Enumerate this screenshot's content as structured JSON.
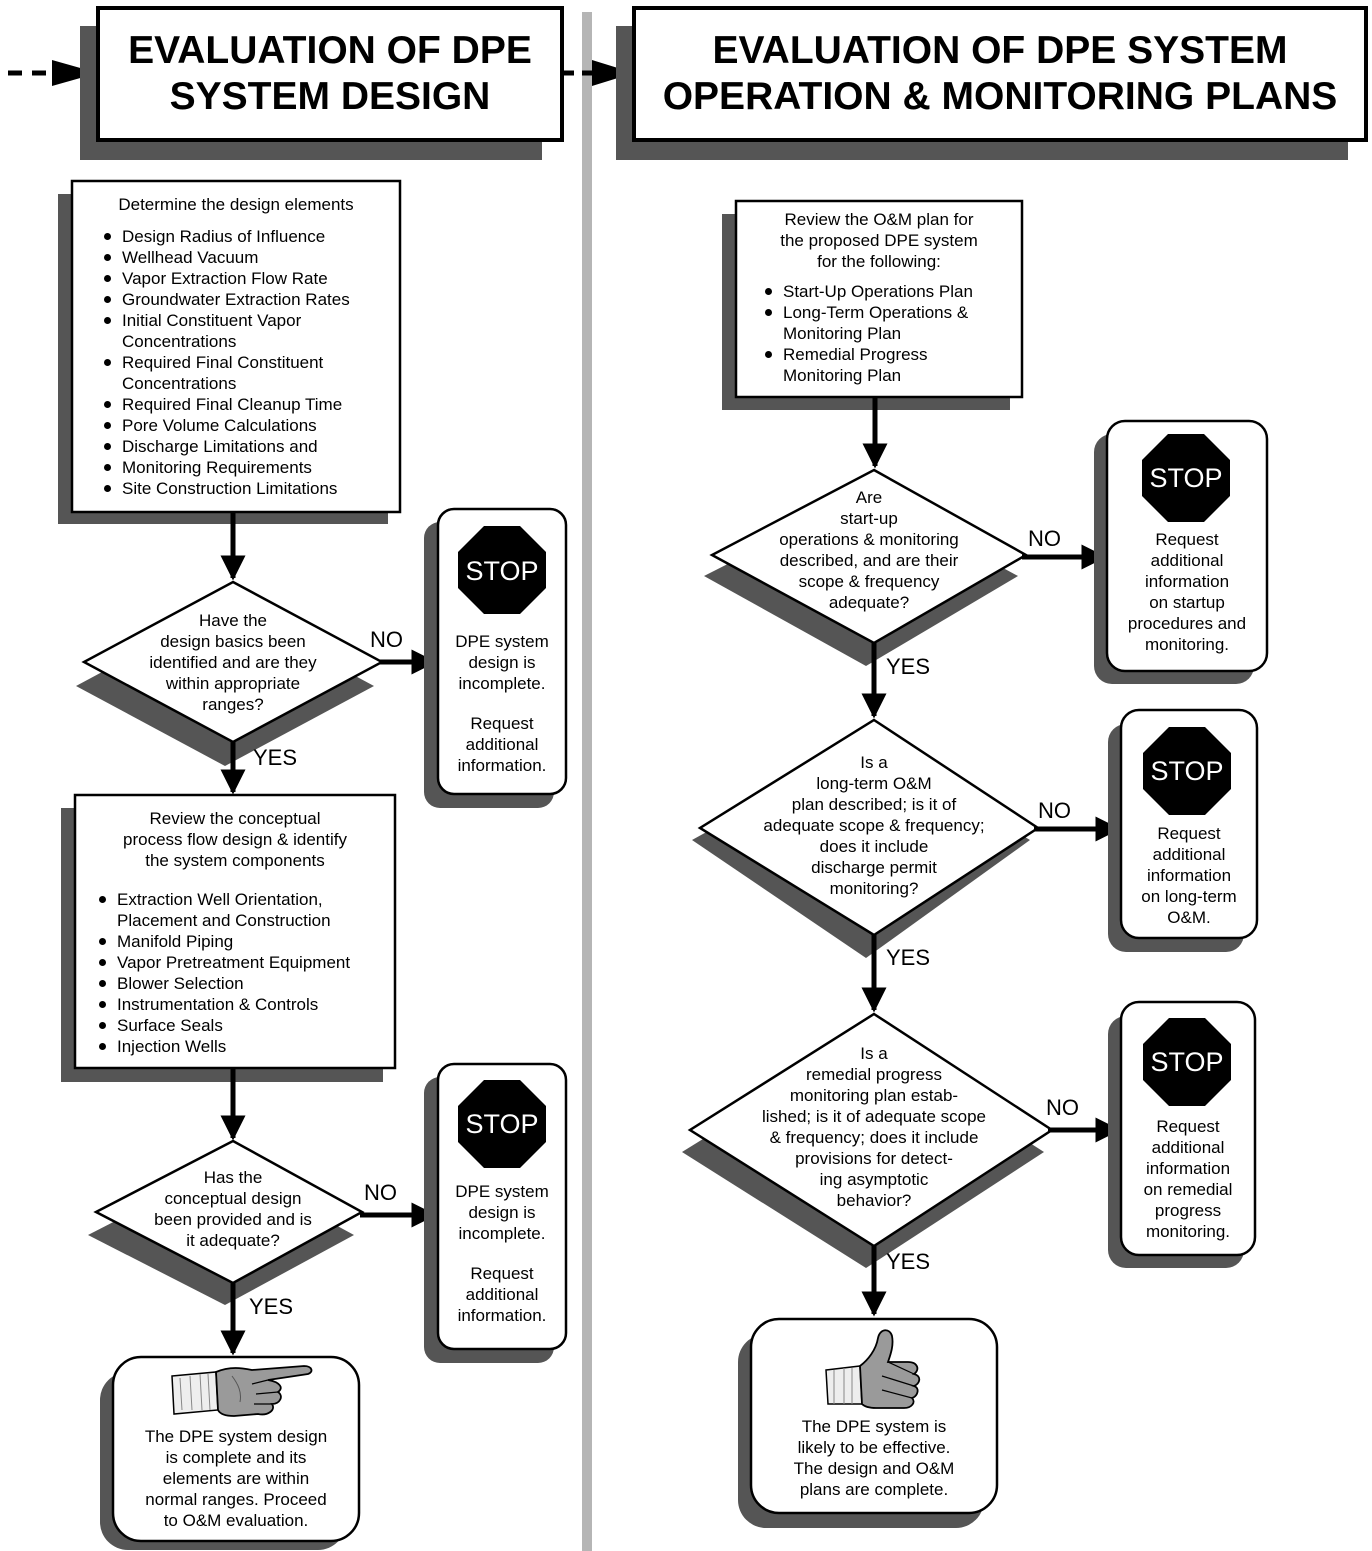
{
  "headers": {
    "left": [
      "EVALUATION OF DPE",
      "SYSTEM DESIGN"
    ],
    "right": [
      "EVALUATION OF DPE SYSTEM",
      "OPERATION & MONITORING PLANS"
    ]
  },
  "left": {
    "box1": {
      "heading": "Determine the design elements",
      "items": [
        [
          "Design Radius of Influence"
        ],
        [
          "Wellhead Vacuum"
        ],
        [
          "Vapor Extraction Flow Rate"
        ],
        [
          "Groundwater Extraction Rates"
        ],
        [
          "Initial Constituent Vapor",
          "Concentrations"
        ],
        [
          "Required Final Constituent",
          "Concentrations"
        ],
        [
          "Required Final Cleanup Time"
        ],
        [
          "Pore Volume Calculations"
        ],
        [
          "Discharge Limitations and"
        ],
        [
          "Monitoring Requirements"
        ],
        [
          "Site Construction Limitations"
        ]
      ]
    },
    "decision1": [
      "Have the",
      "design basics been",
      "identified and are they",
      "within appropriate",
      "ranges?"
    ],
    "stop1": {
      "sign": "STOP",
      "lines": [
        "DPE system",
        "design is",
        "incomplete.",
        "",
        "Request",
        "additional",
        "information."
      ]
    },
    "box2": {
      "heading": [
        "Review the conceptual",
        "process flow design & identify",
        "the system components"
      ],
      "items": [
        [
          "Extraction Well Orientation,",
          "Placement and Construction"
        ],
        [
          "Manifold Piping"
        ],
        [
          "Vapor Pretreatment Equipment"
        ],
        [
          "Blower Selection"
        ],
        [
          "Instrumentation & Controls"
        ],
        [
          "Surface Seals"
        ],
        [
          "Injection Wells"
        ]
      ]
    },
    "decision2": [
      "Has the",
      "conceptual design",
      "been provided and is",
      "it adequate?"
    ],
    "stop2": {
      "sign": "STOP",
      "lines": [
        "DPE system",
        "design is",
        "incomplete.",
        "",
        "Request",
        "additional",
        "information."
      ]
    },
    "end": [
      "The DPE system design",
      "is complete and its",
      "elements are within",
      "normal ranges. Proceed",
      "to O&M evaluation."
    ]
  },
  "right": {
    "box1": {
      "heading": [
        "Review the O&M plan for",
        "the proposed DPE system",
        "for the following:"
      ],
      "items": [
        [
          "Start-Up Operations Plan"
        ],
        [
          "Long-Term Operations &",
          "Monitoring Plan"
        ],
        [
          "Remedial Progress",
          "Monitoring Plan"
        ]
      ]
    },
    "decision1": [
      "Are",
      "start-up",
      "operations & monitoring",
      "described, and are their",
      "scope & frequency",
      "adequate?"
    ],
    "stop1": {
      "sign": "STOP",
      "lines": [
        "Request",
        "additional",
        "information",
        "on startup",
        "procedures and",
        "monitoring."
      ]
    },
    "decision2": [
      "Is a",
      "long-term O&M",
      "plan described; is it of",
      "adequate scope & frequency;",
      "does it include",
      "discharge permit",
      "monitoring?"
    ],
    "stop2": {
      "sign": "STOP",
      "lines": [
        "Request",
        "additional",
        "information",
        "on long-term",
        "O&M."
      ]
    },
    "decision3": [
      "Is a",
      "remedial progress",
      "monitoring plan estab-",
      "lished; is it of adequate scope",
      "& frequency; does it include",
      "provisions for detect-",
      "ing asymptotic",
      "behavior?"
    ],
    "stop3": {
      "sign": "STOP",
      "lines": [
        "Request",
        "additional",
        "information",
        "on remedial",
        "progress",
        "monitoring."
      ]
    },
    "end": [
      "The DPE system is",
      "likely to be effective.",
      "The design and O&M",
      "plans are complete."
    ]
  },
  "labels": {
    "yes": "YES",
    "no": "NO"
  },
  "icons": {
    "end_left": "pointing-hand-icon",
    "end_right": "thumbs-up-icon",
    "stop": "stop-sign-icon"
  },
  "colors": {
    "shadow": "#555555",
    "divider": "#b5b5b5",
    "stop_sign": "#000000",
    "skin": "#9a9a9a"
  }
}
